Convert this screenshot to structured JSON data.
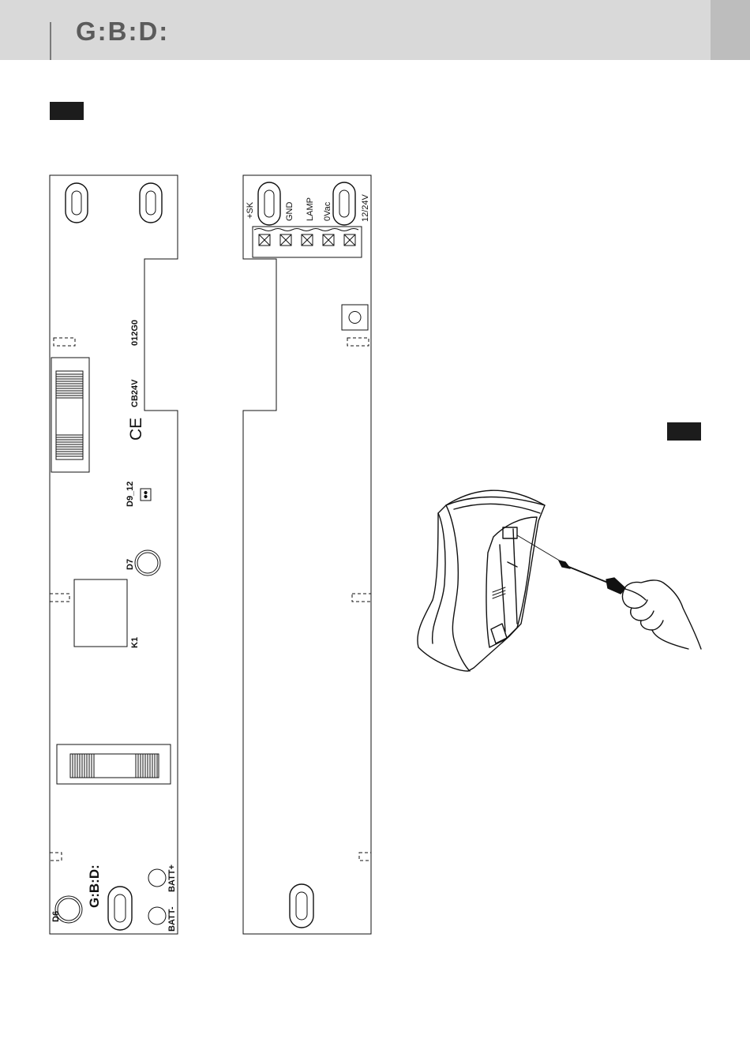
{
  "header": {
    "logo_text": "G:B:D:"
  },
  "board_front": {
    "labels": {
      "model_code": "012G0",
      "model_name": "CB24V",
      "ce_mark": "CE",
      "jumper": "D9_12",
      "led_d7": "D7",
      "relay": "K1",
      "led_d6": "D6",
      "batt_plus": "BATT+",
      "batt_minus": "BATT-",
      "logo_text": "G:B:D:"
    }
  },
  "board_back": {
    "terminals": [
      "+SK",
      "GND",
      "LAMP",
      "0Vac",
      "12/24V"
    ]
  }
}
